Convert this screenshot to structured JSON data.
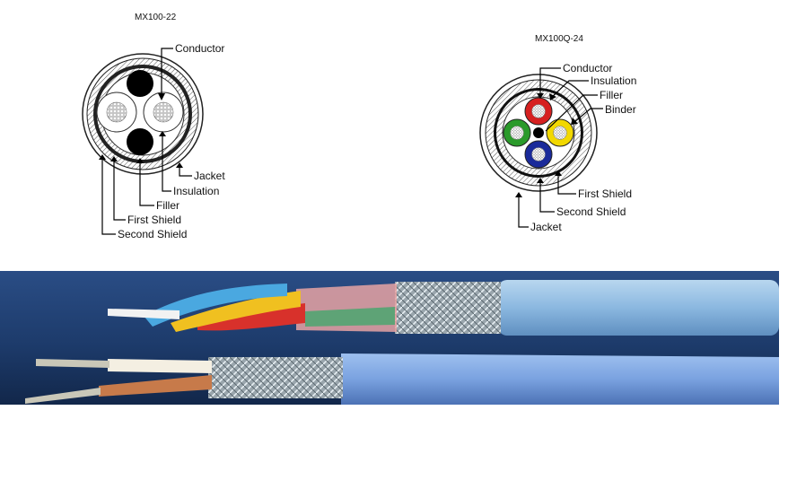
{
  "left_diagram": {
    "title": "MX100-22",
    "labels": {
      "conductor": "Conductor",
      "jacket": "Jacket",
      "insulation": "Insulation",
      "filler": "Filler",
      "first_shield": "First Shield",
      "second_shield": "Second Shield"
    }
  },
  "right_diagram": {
    "title": "MX100Q-24",
    "labels": {
      "conductor": "Conductor",
      "insulation": "Insulation",
      "filler": "Filler",
      "binder": "Binder",
      "first_shield": "First Shield",
      "second_shield": "Second Shield",
      "jacket": "Jacket"
    },
    "conductor_colors": [
      "#d62020",
      "#f2d800",
      "#1a2a9a",
      "#2a9a2a"
    ]
  },
  "photo": {
    "background": "#1d3b6b",
    "jacket_color": "#8bb8e0"
  }
}
